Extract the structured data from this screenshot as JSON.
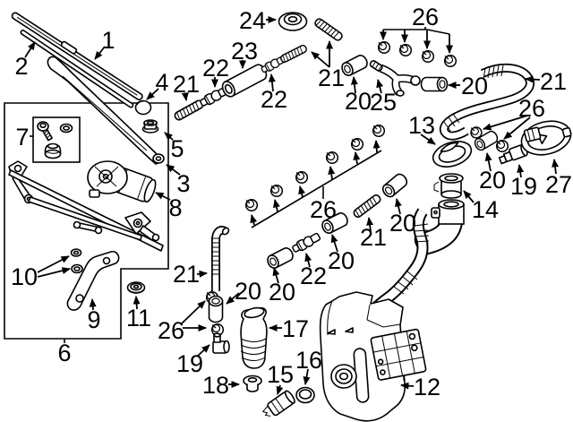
{
  "diagram": {
    "background_color": "#ffffff",
    "line_color": "#000000",
    "callouts": [
      {
        "label": "1",
        "part": "wiper-blade"
      },
      {
        "label": "2",
        "part": "wiper-blade-insert"
      },
      {
        "label": "3",
        "part": "wiper-arm"
      },
      {
        "label": "4",
        "part": "pivot-cap"
      },
      {
        "label": "5",
        "part": "pivot-nut"
      },
      {
        "label": "6",
        "part": "linkage-assembly"
      },
      {
        "label": "7",
        "part": "pivot-repair-kit"
      },
      {
        "label": "8",
        "part": "wiper-motor"
      },
      {
        "label": "9",
        "part": "mount-bracket"
      },
      {
        "label": "10",
        "part": "grommets"
      },
      {
        "label": "11",
        "part": "grommet"
      },
      {
        "label": "12",
        "part": "washer-reservoir"
      },
      {
        "label": "13",
        "part": "reservoir-cap"
      },
      {
        "label": "14",
        "part": "filler-tube"
      },
      {
        "label": "15",
        "part": "level-sensor"
      },
      {
        "label": "16",
        "part": "seal-ring"
      },
      {
        "label": "17",
        "part": "washer-pump"
      },
      {
        "label": "18",
        "part": "pump-grommet"
      },
      {
        "label": "19",
        "part": "check-valve"
      },
      {
        "label": "19",
        "part": "check-valve"
      },
      {
        "label": "20",
        "part": "bushing"
      },
      {
        "label": "20",
        "part": "bushing"
      },
      {
        "label": "20",
        "part": "bushing"
      },
      {
        "label": "20",
        "part": "bushing"
      },
      {
        "label": "20",
        "part": "bushing"
      },
      {
        "label": "20",
        "part": "bushing"
      },
      {
        "label": "20",
        "part": "bushing"
      },
      {
        "label": "21",
        "part": "hose"
      },
      {
        "label": "21",
        "part": "hose"
      },
      {
        "label": "21",
        "part": "hose"
      },
      {
        "label": "21",
        "part": "hose"
      },
      {
        "label": "21",
        "part": "hose"
      },
      {
        "label": "22",
        "part": "connector"
      },
      {
        "label": "22",
        "part": "connector"
      },
      {
        "label": "22",
        "part": "connector"
      },
      {
        "label": "23",
        "part": "tube"
      },
      {
        "label": "24",
        "part": "grommet"
      },
      {
        "label": "25",
        "part": "y-connector"
      },
      {
        "label": "26",
        "part": "hose-clips"
      },
      {
        "label": "26",
        "part": "hose-clips"
      },
      {
        "label": "26",
        "part": "hose-clips"
      },
      {
        "label": "26",
        "part": "hose-clips"
      },
      {
        "label": "27",
        "part": "pump"
      }
    ]
  }
}
